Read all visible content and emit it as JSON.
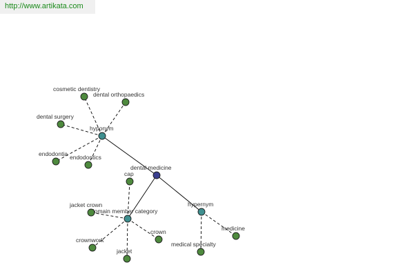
{
  "source_link": {
    "text": "http://www.artikata.com"
  },
  "colors": {
    "root": "#3a3f8f",
    "relation": "#3f8f8f",
    "leaf": "#4e8a3e",
    "link": "#1a8a1a"
  },
  "graph": {
    "nodes": [
      {
        "id": "dental-medicine",
        "label": "dental medicine",
        "kind": "root"
      },
      {
        "id": "hyponym",
        "label": "hyponym",
        "kind": "relation"
      },
      {
        "id": "domain-member-category",
        "label": "domain member category",
        "kind": "relation"
      },
      {
        "id": "hypernym",
        "label": "hypernym",
        "kind": "relation"
      },
      {
        "id": "cosmetic-dentistry",
        "label": "cosmetic dentistry",
        "kind": "leaf"
      },
      {
        "id": "dental-orthopaedics",
        "label": "dental orthopaedics",
        "kind": "leaf"
      },
      {
        "id": "dental-surgery",
        "label": "dental surgery",
        "kind": "leaf"
      },
      {
        "id": "endodontia",
        "label": "endodontia",
        "kind": "leaf"
      },
      {
        "id": "endodontics",
        "label": "endodontics",
        "kind": "leaf"
      },
      {
        "id": "cap",
        "label": "cap",
        "kind": "leaf"
      },
      {
        "id": "jacket-crown",
        "label": "jacket crown",
        "kind": "leaf"
      },
      {
        "id": "crownwork",
        "label": "crownwork",
        "kind": "leaf"
      },
      {
        "id": "jacket",
        "label": "jacket",
        "kind": "leaf"
      },
      {
        "id": "crown",
        "label": "crown",
        "kind": "leaf"
      },
      {
        "id": "medical-specialty",
        "label": "medical specialty",
        "kind": "leaf"
      },
      {
        "id": "medicine",
        "label": "medicine",
        "kind": "leaf"
      }
    ],
    "edges": [
      {
        "from": "dental-medicine",
        "to": "hyponym",
        "style": "solid"
      },
      {
        "from": "dental-medicine",
        "to": "domain-member-category",
        "style": "solid"
      },
      {
        "from": "dental-medicine",
        "to": "hypernym",
        "style": "solid"
      },
      {
        "from": "hyponym",
        "to": "cosmetic-dentistry",
        "style": "dashed"
      },
      {
        "from": "hyponym",
        "to": "dental-orthopaedics",
        "style": "dashed"
      },
      {
        "from": "hyponym",
        "to": "dental-surgery",
        "style": "dashed"
      },
      {
        "from": "hyponym",
        "to": "endodontia",
        "style": "dashed"
      },
      {
        "from": "hyponym",
        "to": "endodontics",
        "style": "dashed"
      },
      {
        "from": "domain-member-category",
        "to": "cap",
        "style": "dashed"
      },
      {
        "from": "domain-member-category",
        "to": "jacket-crown",
        "style": "dashed"
      },
      {
        "from": "domain-member-category",
        "to": "crownwork",
        "style": "dashed"
      },
      {
        "from": "domain-member-category",
        "to": "jacket",
        "style": "dashed"
      },
      {
        "from": "domain-member-category",
        "to": "crown",
        "style": "dashed"
      },
      {
        "from": "hypernym",
        "to": "medical-specialty",
        "style": "dashed"
      },
      {
        "from": "hypernym",
        "to": "medicine",
        "style": "dashed"
      }
    ]
  }
}
